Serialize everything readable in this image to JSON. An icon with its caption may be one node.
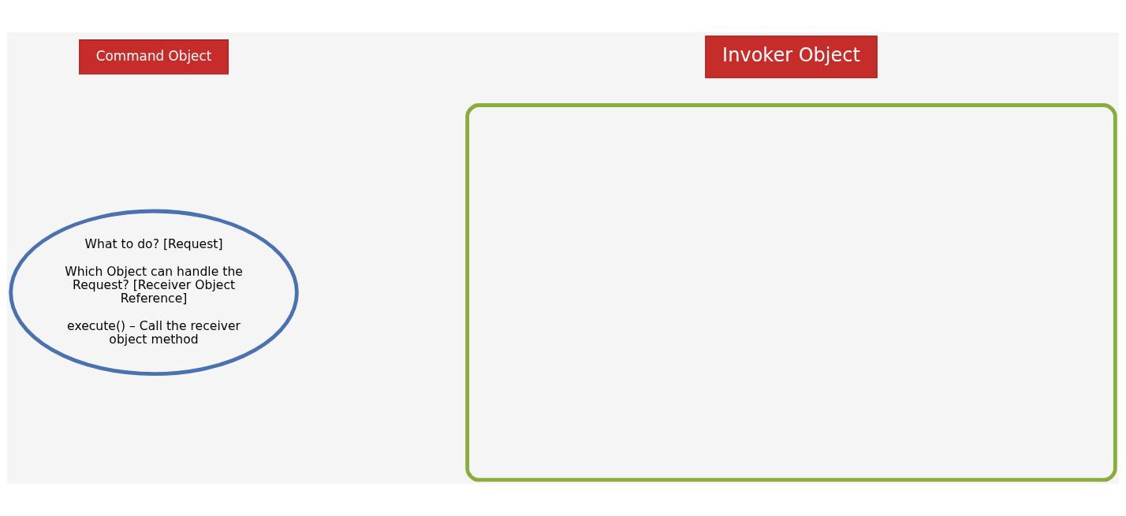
{
  "diagram": {
    "nodes": [
      {
        "text": [
          "Command Object"
        ]
      },
      {
        "text": [
          "What to do? [Request]",
          "Which Object can handle the Request? [Receiver Object Reference]",
          "execute() – Call the receiver object method"
        ]
      },
      {
        "text": [
          "Invoker Object"
        ]
      },
      {
        "text": [],
        "shape": "box"
      }
    ]
  }
}
